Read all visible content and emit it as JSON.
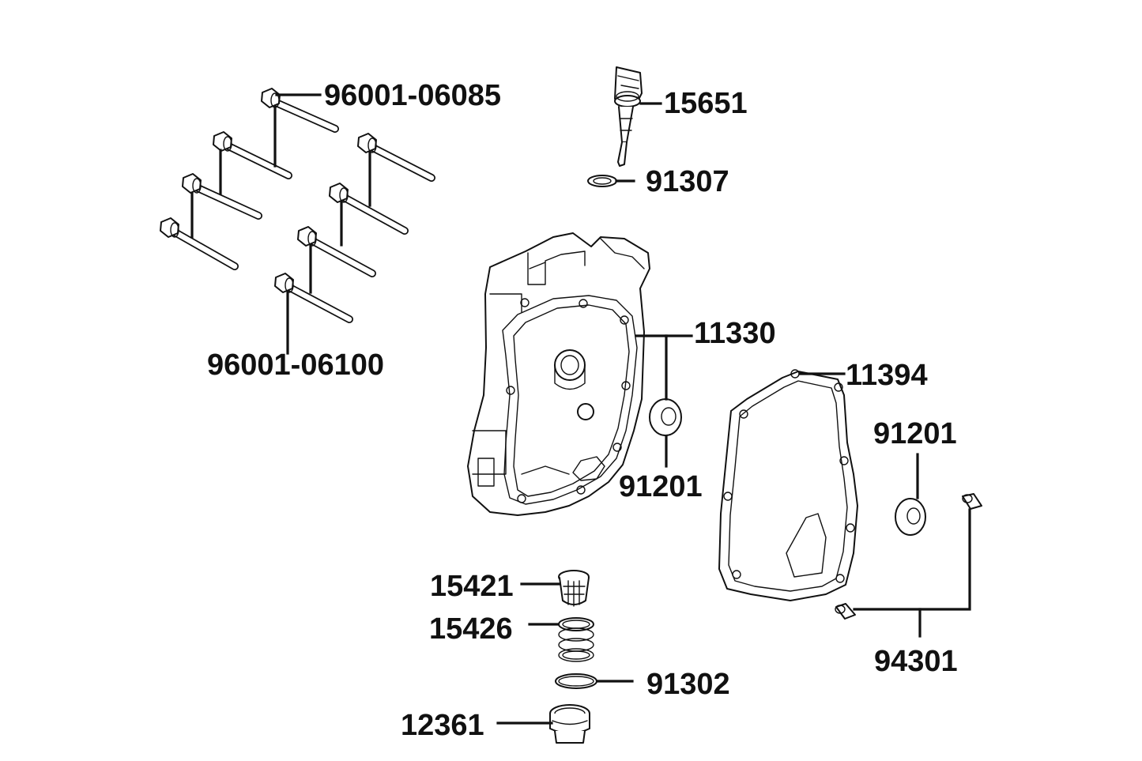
{
  "labels": {
    "bolt_upper": "96001-06085",
    "bolt_lower": "96001-06100",
    "dipstick": "15651",
    "dipstick_washer": "91307",
    "cover": "11330",
    "gasket": "11394",
    "seal_left": "91201",
    "seal_right": "91201",
    "strainer": "15421",
    "spring": "15426",
    "oring": "91302",
    "drain_plug": "12361",
    "dowel": "94301"
  },
  "colors": {
    "ink": "#111111",
    "background": "#ffffff"
  }
}
